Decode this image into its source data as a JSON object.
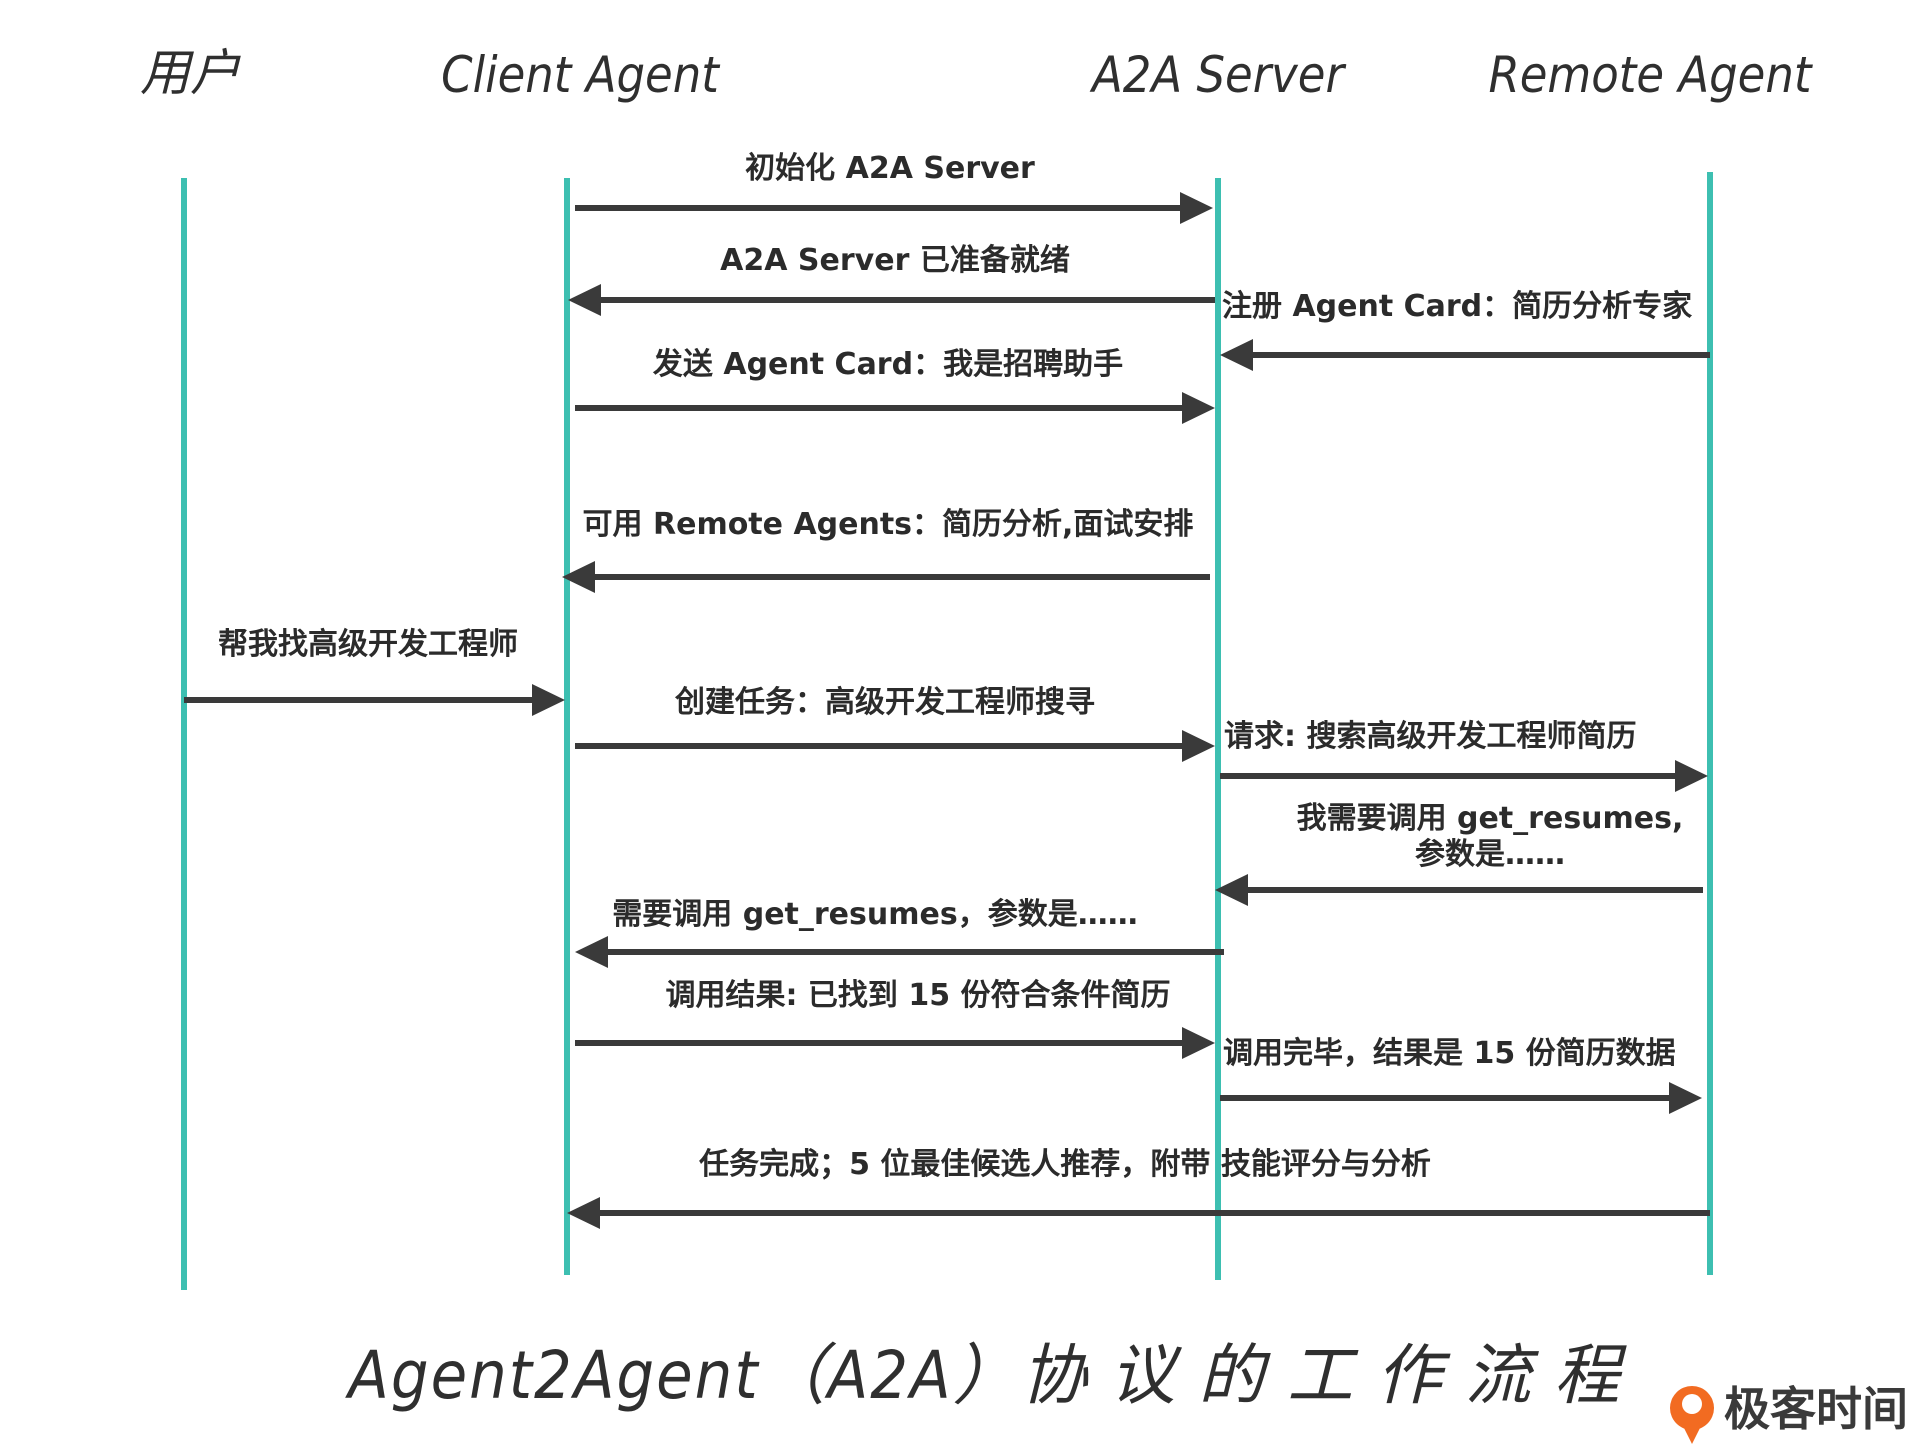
{
  "actors": [
    {
      "key": "user",
      "label": "用户"
    },
    {
      "key": "client",
      "label": "Client Agent"
    },
    {
      "key": "server",
      "label": "A2A Server"
    },
    {
      "key": "remote",
      "label": "Remote Agent"
    }
  ],
  "messages": [
    {
      "label": "初始化 A2A Server"
    },
    {
      "label": "A2A Server 已准备就绪"
    },
    {
      "label": "注册 Agent Card：简历分析专家"
    },
    {
      "label": "发送 Agent Card：我是招聘助手"
    },
    {
      "label": "可用 Remote Agents：简历分析,面试安排"
    },
    {
      "label": "帮我找高级开发工程师"
    },
    {
      "label": "创建任务：高级开发工程师搜寻"
    },
    {
      "label": "请求: 搜索高级开发工程师简历"
    },
    {
      "label": "我需要调用 get_resumes,",
      "label2": "参数是……"
    },
    {
      "label": "需要调用 get_resumes，参数是……"
    },
    {
      "label": "调用结果: 已找到 15 份符合条件简历"
    },
    {
      "label": "调用完毕，结果是 15 份简历数据"
    },
    {
      "label": "任务完成；5 位最佳候选人推荐，附带 技能评分与分析"
    }
  ],
  "caption": "Agent2Agent（A2A）协 议 的 工 作 流 程",
  "brand": "极客时间",
  "colors": {
    "lifeline": "#3dbfb1",
    "arrow": "#3a3a3a",
    "brand_orange": "#f26b21"
  }
}
